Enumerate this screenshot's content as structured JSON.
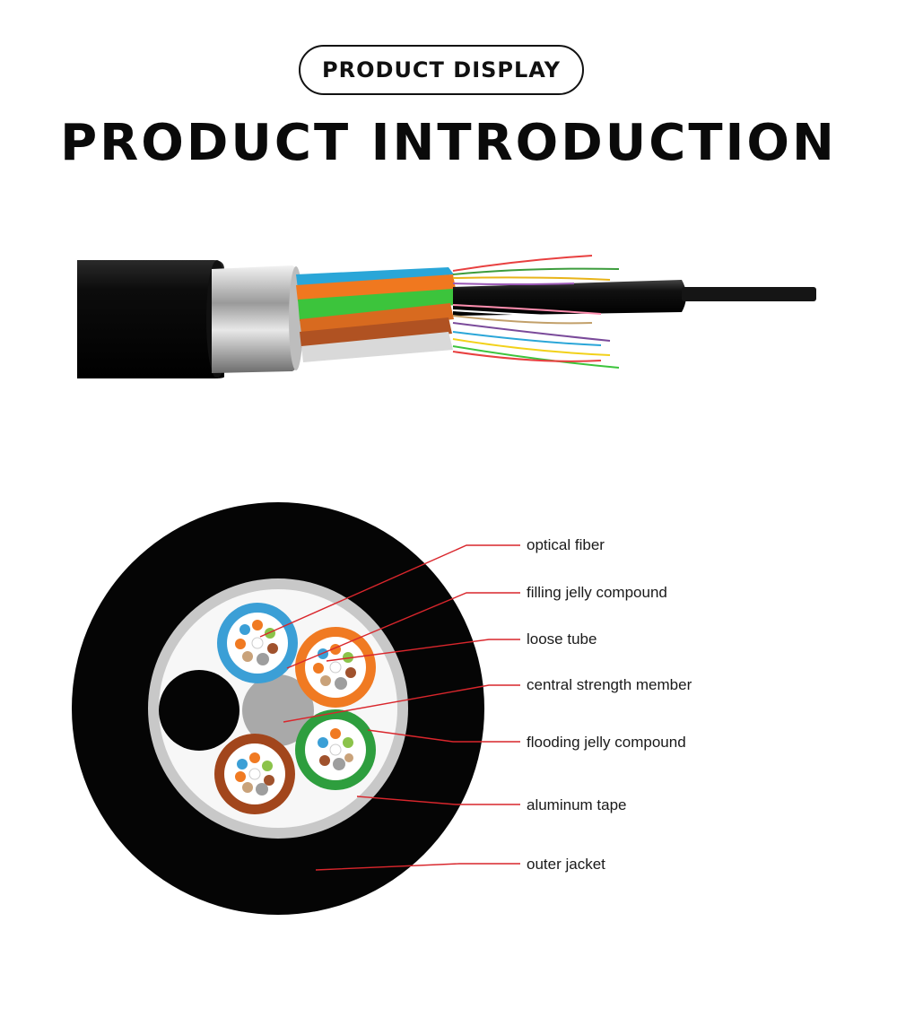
{
  "header": {
    "badge": "PRODUCT DISPLAY",
    "title": "PRODUCT INTRODUCTION"
  },
  "diagram": {
    "labels": [
      {
        "id": "optical-fiber",
        "text": "optical fiber"
      },
      {
        "id": "filling-jelly-compound",
        "text": "filling jelly compound"
      },
      {
        "id": "loose-tube",
        "text": "loose tube"
      },
      {
        "id": "central-strength-member",
        "text": "central strength member"
      },
      {
        "id": "flooding-jelly-compound",
        "text": "flooding jelly compound"
      },
      {
        "id": "aluminum-tape",
        "text": "aluminum tape"
      },
      {
        "id": "outer-jacket",
        "text": "outer jacket"
      }
    ],
    "colors": {
      "leader_line": "#d9262c",
      "jacket": "#050505",
      "tape": "#c8c8c8",
      "filler": "#f7f7f7",
      "tube_blue": "#3b9fd6",
      "tube_orange": "#f07a22",
      "tube_green": "#2e9e3e",
      "tube_brown": "#a2461c",
      "strength_member": "#a9a9a9"
    }
  }
}
